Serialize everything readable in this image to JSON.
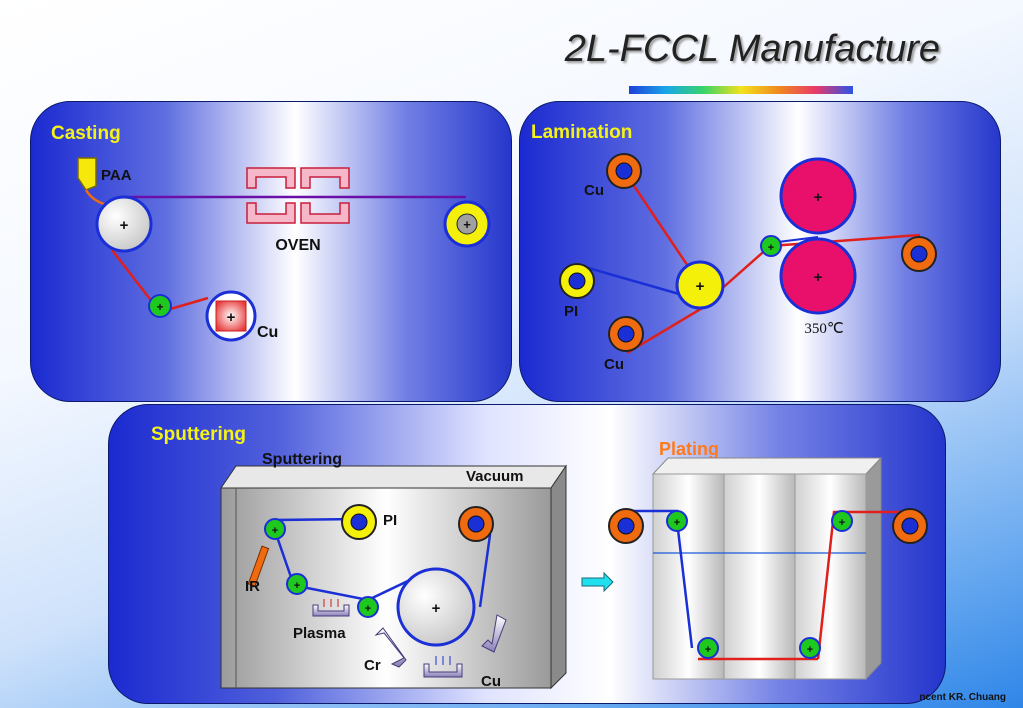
{
  "title": "2L-FCCL Manufacture",
  "casting": {
    "heading": "Casting",
    "paa_label": "PAA",
    "oven_label": "OVEN",
    "cu_label": "Cu",
    "roller_symbol": "+"
  },
  "lamination": {
    "heading": "Lamination",
    "cu_top_label": "Cu",
    "pi_label": "PI",
    "cu_bottom_label": "Cu",
    "temperature": "350℃",
    "roller_symbol": "+"
  },
  "sputtering": {
    "heading": "Sputtering",
    "chamber_label": "Sputtering",
    "vacuum_label": "Vacuum",
    "pi_label": "PI",
    "ir_label": "IR",
    "plasma_label": "Plasma",
    "cr_label": "Cr",
    "cu_label": "Cu",
    "roller_symbol": "+"
  },
  "plating": {
    "heading": "Plating",
    "roller_symbol": "+"
  },
  "author": "ncent KR. Chuang",
  "colors": {
    "film_red": "#e0201c",
    "film_blue": "#1a2fd6",
    "plating_heading": "#ff7a1a",
    "heading_yellow": "#f5f218",
    "roller_green": "#1ec81e",
    "roller_yellow": "#f5f00a",
    "roller_orange": "#f06a10",
    "roller_magenta": "#e8106a"
  }
}
